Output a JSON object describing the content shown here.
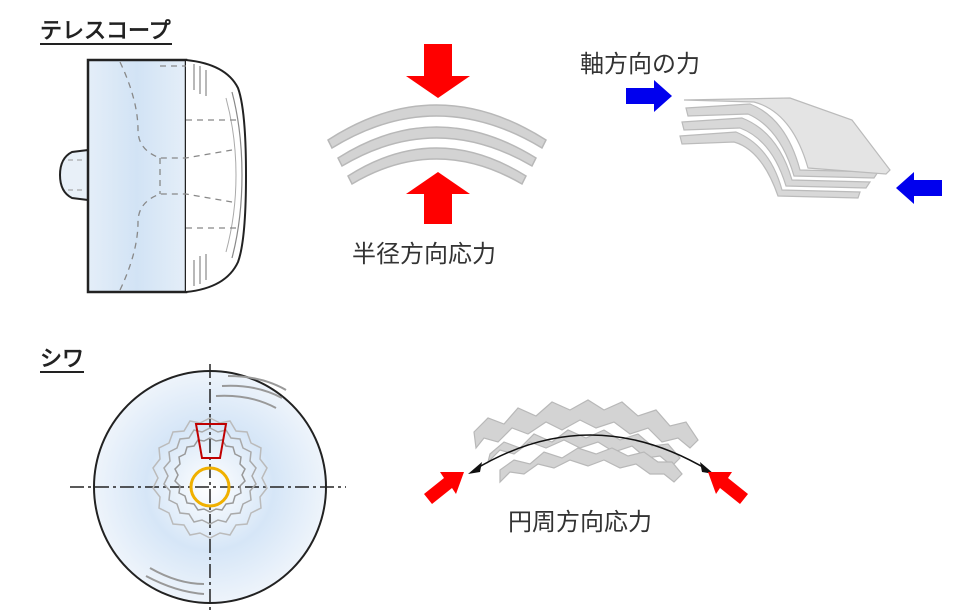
{
  "sections": {
    "telescope": {
      "title": "テレスコープ"
    },
    "wrinkle": {
      "title": "シワ"
    }
  },
  "labels": {
    "radial_stress": "半径方向応力",
    "axial_force": "軸方向の力",
    "circumferential_stress": "円周方向応力"
  },
  "colors": {
    "red_arrow": "#ff0000",
    "blue_arrow": "#0000ee",
    "gray_fill": "#d3d3d3",
    "core_ring": "#f0b000",
    "marker_outline": "#c00000",
    "roll_gradient": "#cfe2f6"
  }
}
